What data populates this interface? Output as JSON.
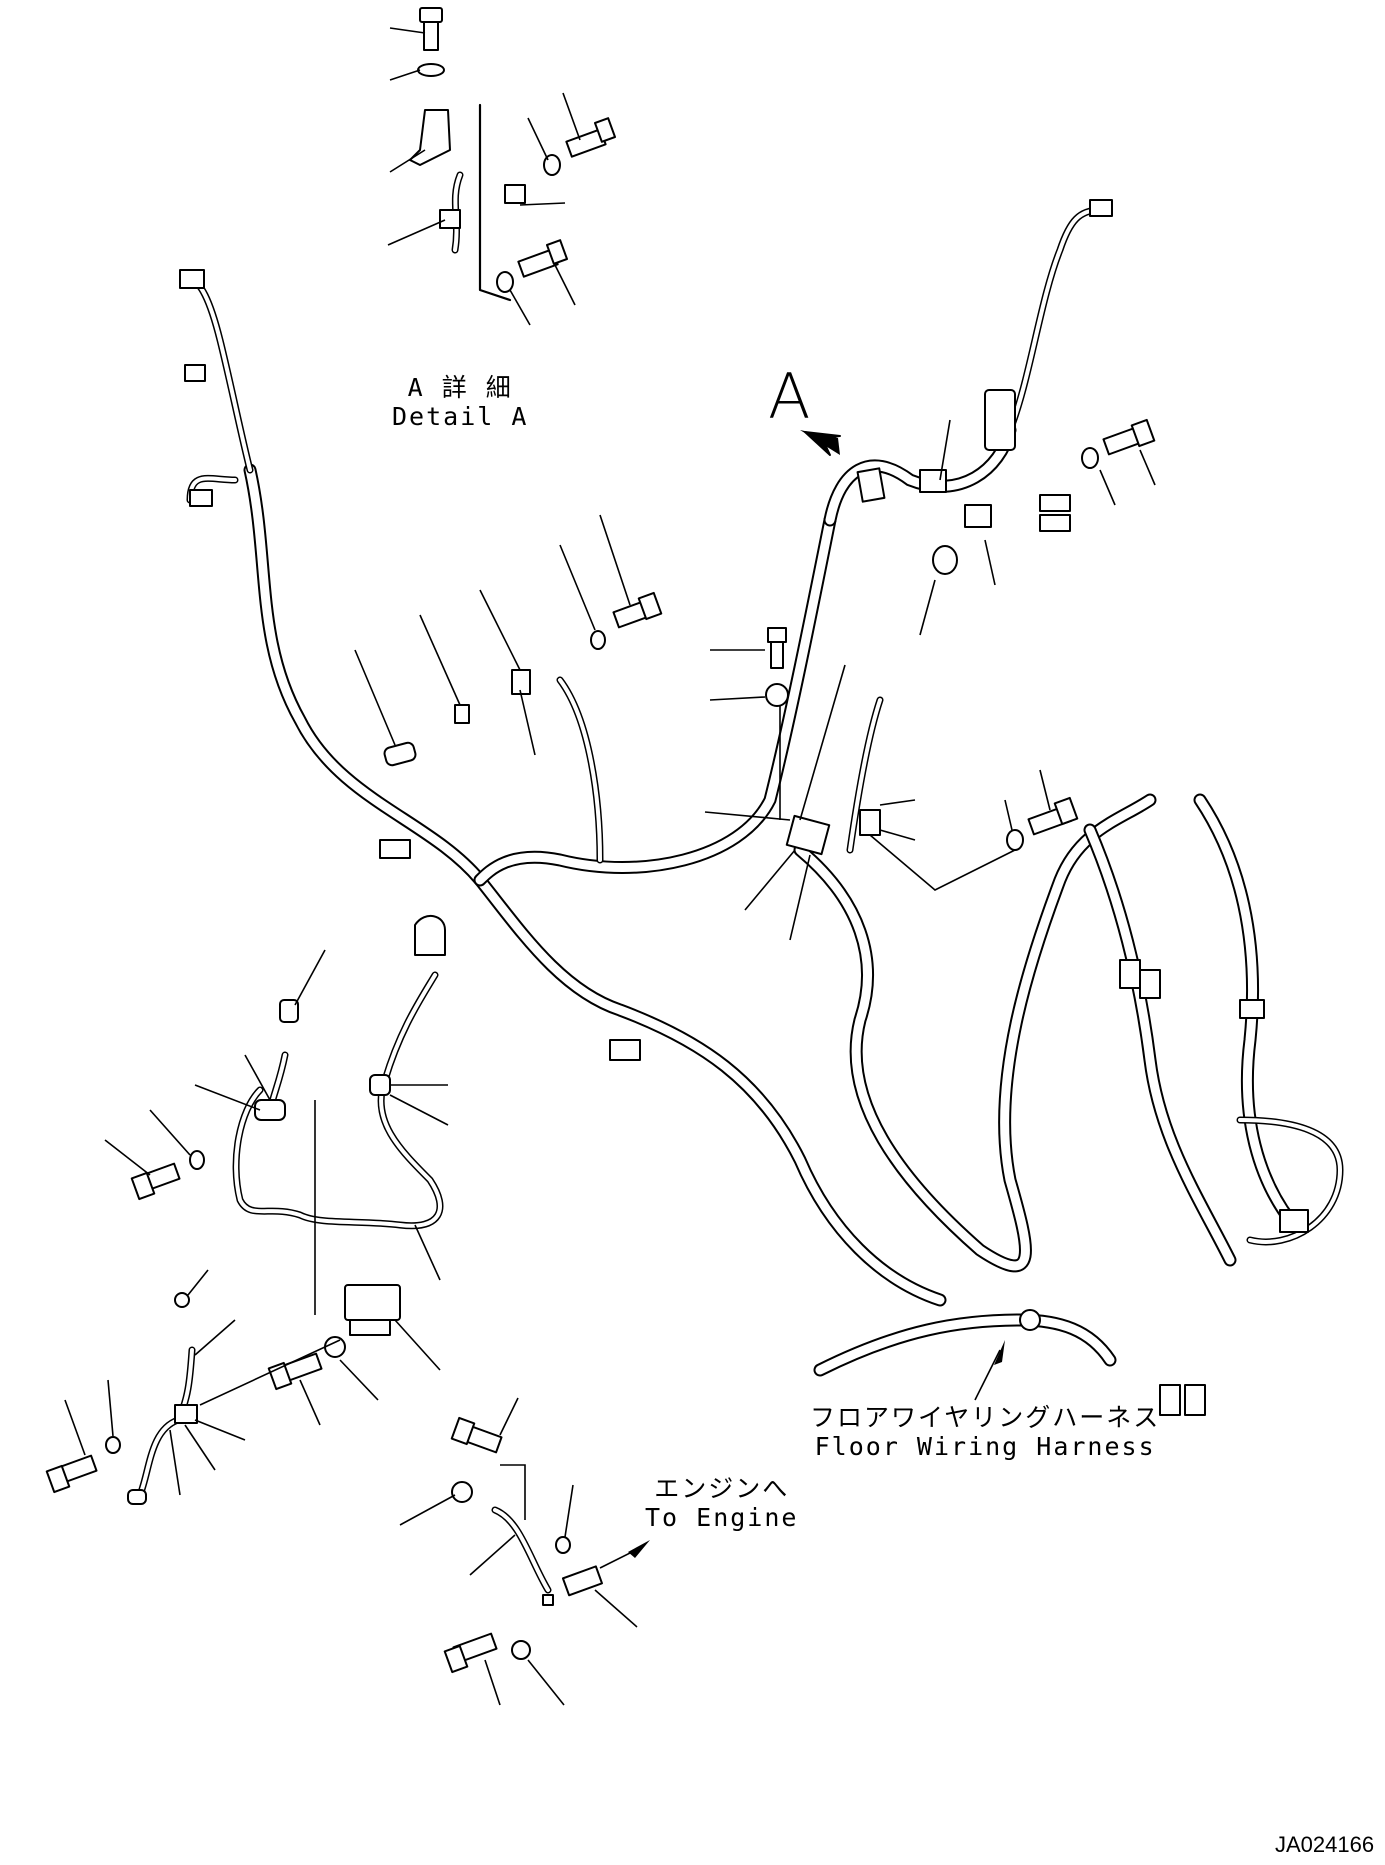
{
  "detail_label": {
    "jp": "A 詳 細",
    "en": "Detail A"
  },
  "view_marker": "A",
  "harness_label": {
    "jp": "フロアワイヤリングハーネス",
    "en": "Floor Wiring Harness"
  },
  "engine_label": {
    "jp": "エンジンへ",
    "en": "To Engine"
  },
  "drawing_number": "JA024166"
}
